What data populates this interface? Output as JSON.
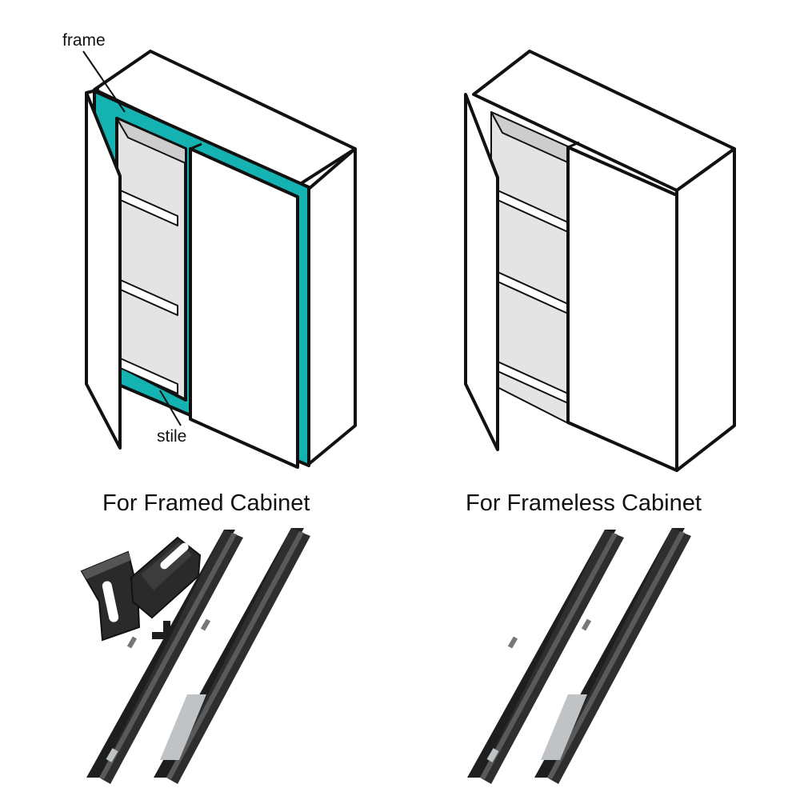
{
  "framed": {
    "caption": "For Framed Cabinet",
    "frame_label": "frame",
    "stile_label": "stile"
  },
  "frameless": {
    "caption": "For Frameless Cabinet"
  },
  "colors": {
    "frame_accent": "#14B2B0",
    "outline": "#111111",
    "panel": "#FFFFFF",
    "interior": "#E4E4E4",
    "interior_dark": "#CDCDCD",
    "rail": "#1E1E1E",
    "rail_highlight": "#5A5A5A",
    "slide_metal": "#BFC3C6"
  },
  "icons": {
    "plus": "plus-icon",
    "bracket": "rear-mounting-bracket-icon",
    "slide": "drawer-slide-icon"
  }
}
